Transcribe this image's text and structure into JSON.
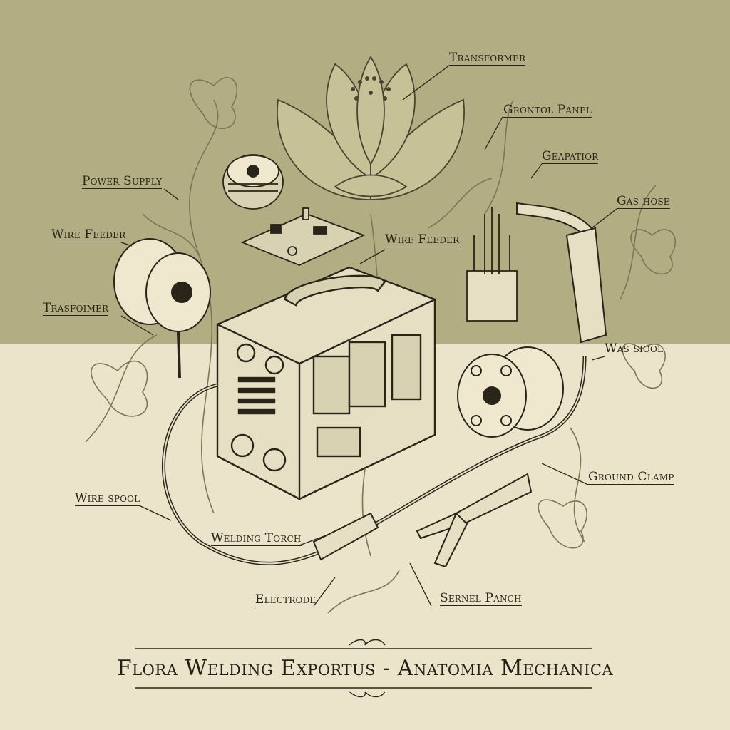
{
  "labels": [
    {
      "id": "transformer-top",
      "text": "Transformer"
    },
    {
      "id": "grontol-panel",
      "text": "Grontol Panel"
    },
    {
      "id": "geapatior",
      "text": "Geapatior"
    },
    {
      "id": "gas-hose",
      "text": "Gas hose"
    },
    {
      "id": "power-supply",
      "text": "Power Supply"
    },
    {
      "id": "wire-feeder-left",
      "text": "Wire Feeder"
    },
    {
      "id": "wire-feeder-center",
      "text": "Wire Feeder"
    },
    {
      "id": "trasfoimer",
      "text": "Trasfoimer"
    },
    {
      "id": "was-siool",
      "text": "Was siool"
    },
    {
      "id": "ground-clamp",
      "text": "Ground Clamp"
    },
    {
      "id": "wire-spool",
      "text": "Wire spool"
    },
    {
      "id": "welding-torch",
      "text": "Welding Torch"
    },
    {
      "id": "electrode",
      "text": "Electrode"
    },
    {
      "id": "sernel-panch",
      "text": "Sernel Panch"
    }
  ],
  "title": "Flora Welding Exportus - Anatomia Mechanica",
  "colors": {
    "top_band": "#b2ad82",
    "bottom_band": "#ebe3ca",
    "ink": "#2a2519",
    "flora": "#7d7656"
  }
}
